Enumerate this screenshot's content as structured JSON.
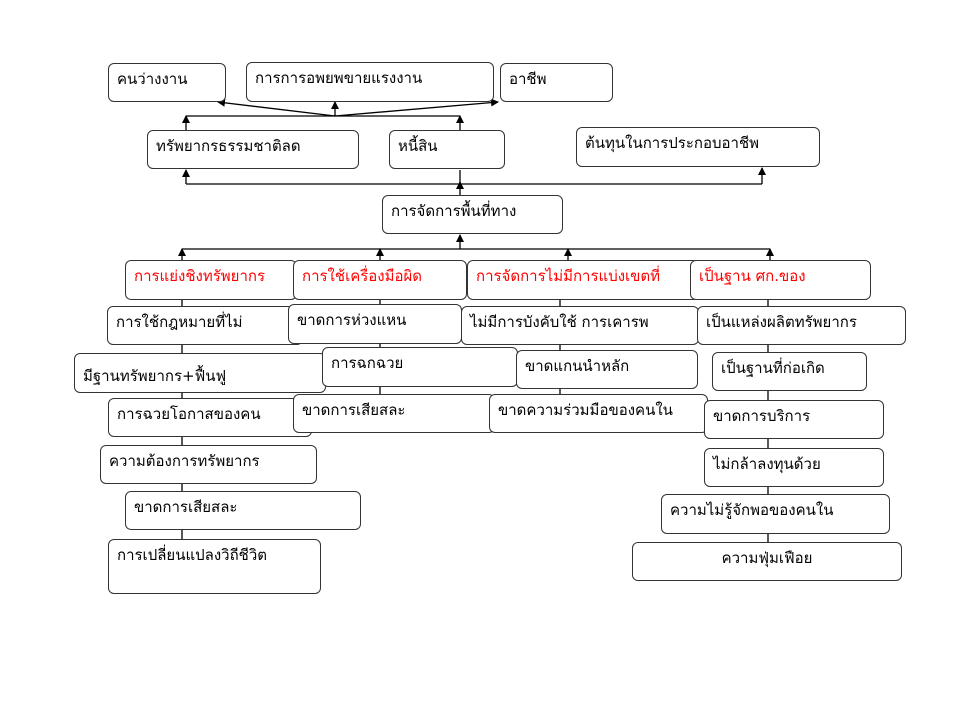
{
  "colors": {
    "root_cause": "#ff0000",
    "text": "#000000",
    "line": "#000000",
    "border": "#333333"
  },
  "effects": {
    "unemployed": "คนว่างงาน",
    "labor_migration": "การการอพยพขายแรงงาน",
    "occupation": "อาชีพ"
  },
  "level2": {
    "resources_decline": "ทรัพยากรธรรมชาติลด",
    "debt": "หนี้สิน",
    "capital": "ต้นทุนในการประกอบอาชีพ"
  },
  "core_problem": "การจัดการพื้นที่ทาง",
  "causes": {
    "resource_competition": {
      "title": "การแย่งชิงทรัพยากร",
      "items": [
        "การใช้กฎหมายที่ไม่",
        "มีฐานทรัพยากร+ฟื้นฟู",
        "การฉวยโอกาสของคน",
        "ความต้องการทรัพยากร",
        "ขาดการเสียสละ",
        "การเปลี่ยนแปลงวิถีชีวิต"
      ]
    },
    "wrong_tools": {
      "title": "การใช้เครื่องมือผิด",
      "items": [
        "ขาดการห่วงแหน",
        "การฉกฉวย",
        "ขาดการเสียสละ"
      ]
    },
    "no_zoning": {
      "title": "การจัดการไม่มีการแบ่งเขตที่",
      "items": [
        "ไม่มีการบังคับใช้ การเคารพ",
        "ขาดแกนนำหลัก",
        "ขาดความร่วมมือของคนใน"
      ]
    },
    "base_of": {
      "title": "เป็นฐาน ศก.ของ",
      "items": [
        "เป็นแหล่งผลิตทรัพยากร",
        "เป็นฐานที่ก่อเกิด",
        "ขาดการบริการ",
        "ไม่กล้าลงทุนด้วย",
        "ความไม่รู้จักพอของคนใน",
        "ความฟุ่มเฟือย"
      ]
    }
  }
}
